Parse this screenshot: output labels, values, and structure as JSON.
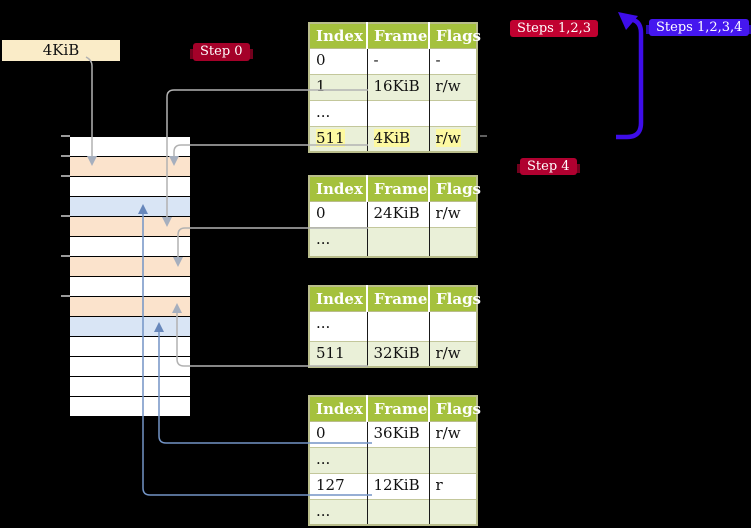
{
  "memory": {
    "frame_size_label": "4KiB",
    "rows": [
      "white",
      "orange",
      "white",
      "blue",
      "orange",
      "white",
      "orange",
      "white",
      "orange",
      "blue",
      "white",
      "white",
      "white",
      "white"
    ],
    "tick_ys": [
      136,
      156,
      176,
      216,
      256,
      296
    ]
  },
  "badges": {
    "step0": {
      "label": "Step 0"
    },
    "steps123": {
      "label": "Steps 1,2,3"
    },
    "steps1234": {
      "label": "Steps 1,2,3,4"
    },
    "step4": {
      "label": "Step 4"
    }
  },
  "tables": [
    {
      "headers": [
        "Index",
        "Frame",
        "Flags"
      ],
      "rows": [
        {
          "cells": [
            "0",
            "-",
            "-"
          ],
          "shaded": false,
          "highlight": false
        },
        {
          "cells": [
            "1",
            "16KiB",
            "r/w"
          ],
          "shaded": true,
          "highlight": false
        },
        {
          "cells": [
            "...",
            "",
            ""
          ],
          "shaded": false,
          "highlight": false
        },
        {
          "cells": [
            "511",
            "4KiB",
            "r/w"
          ],
          "shaded": true,
          "highlight": true
        }
      ]
    },
    {
      "headers": [
        "Index",
        "Frame",
        "Flags"
      ],
      "rows": [
        {
          "cells": [
            "0",
            "24KiB",
            "r/w"
          ],
          "shaded": false,
          "highlight": false
        },
        {
          "cells": [
            "...",
            "",
            ""
          ],
          "shaded": true,
          "highlight": false
        }
      ]
    },
    {
      "headers": [
        "Index",
        "Frame",
        "Flags"
      ],
      "rows": [
        {
          "cells": [
            "...",
            "",
            ""
          ],
          "shaded": false,
          "highlight": false
        },
        {
          "cells": [
            "511",
            "32KiB",
            "r/w"
          ],
          "shaded": true,
          "highlight": false
        }
      ]
    },
    {
      "headers": [
        "Index",
        "Frame",
        "Flags"
      ],
      "rows": [
        {
          "cells": [
            "0",
            "36KiB",
            "r/w"
          ],
          "shaded": false,
          "highlight": false
        },
        {
          "cells": [
            "...",
            "",
            ""
          ],
          "shaded": true,
          "highlight": false
        },
        {
          "cells": [
            "127",
            "12KiB",
            "r"
          ],
          "shaded": false,
          "highlight": false
        },
        {
          "cells": [
            "...",
            "",
            ""
          ],
          "shaded": true,
          "highlight": false
        }
      ]
    }
  ],
  "colors": {
    "background": "#000000",
    "table_header_green": "#a5c13d",
    "table_row_green": "#eaf0d8",
    "table_border_olive": "#b9bd8b",
    "memory_orange": "#fbe3cc",
    "memory_blue": "#d9e5f5",
    "label_cream": "#faecc8",
    "badge_crimson": "#c00130",
    "badge_indigo": "#4517ef",
    "highlight_yellow": "#fdf9a1",
    "gray_arrow": "#b2b2b2",
    "blue_arrow": "#7394c6",
    "indigo_arrow": "#3e0de9"
  }
}
